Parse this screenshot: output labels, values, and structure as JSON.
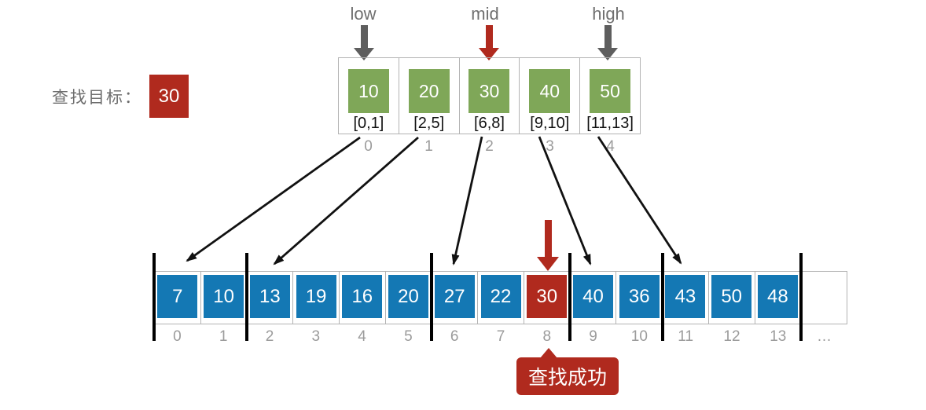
{
  "colors": {
    "accent_red": "#b02a1e",
    "block_green": "#7fa758",
    "element_blue": "#1478b4",
    "label_gray": "#6f6f6f",
    "index_gray": "#9b9b9b",
    "border_gray": "#b3b3b3"
  },
  "target": {
    "label": "查找目标：",
    "value": "30"
  },
  "pointers": {
    "low": {
      "label": "low"
    },
    "mid": {
      "label": "mid"
    },
    "high": {
      "label": "high"
    }
  },
  "top_array": {
    "items": [
      {
        "value": "10",
        "range": "[0,1]",
        "index": "0"
      },
      {
        "value": "20",
        "range": "[2,5]",
        "index": "1"
      },
      {
        "value": "30",
        "range": "[6,8]",
        "index": "2"
      },
      {
        "value": "40",
        "range": "[9,10]",
        "index": "3"
      },
      {
        "value": "50",
        "range": "[11,13]",
        "index": "4"
      }
    ]
  },
  "bottom_array": {
    "highlighted_index": "8",
    "items": [
      {
        "value": "7",
        "index": "0"
      },
      {
        "value": "10",
        "index": "1"
      },
      {
        "value": "13",
        "index": "2"
      },
      {
        "value": "19",
        "index": "3"
      },
      {
        "value": "16",
        "index": "4"
      },
      {
        "value": "20",
        "index": "5"
      },
      {
        "value": "27",
        "index": "6"
      },
      {
        "value": "22",
        "index": "7"
      },
      {
        "value": "30",
        "index": "8"
      },
      {
        "value": "40",
        "index": "9"
      },
      {
        "value": "36",
        "index": "10"
      },
      {
        "value": "43",
        "index": "11"
      },
      {
        "value": "50",
        "index": "12"
      },
      {
        "value": "48",
        "index": "13"
      },
      {
        "value": "",
        "index": "…"
      }
    ]
  },
  "callout": {
    "label": "查找成功"
  }
}
